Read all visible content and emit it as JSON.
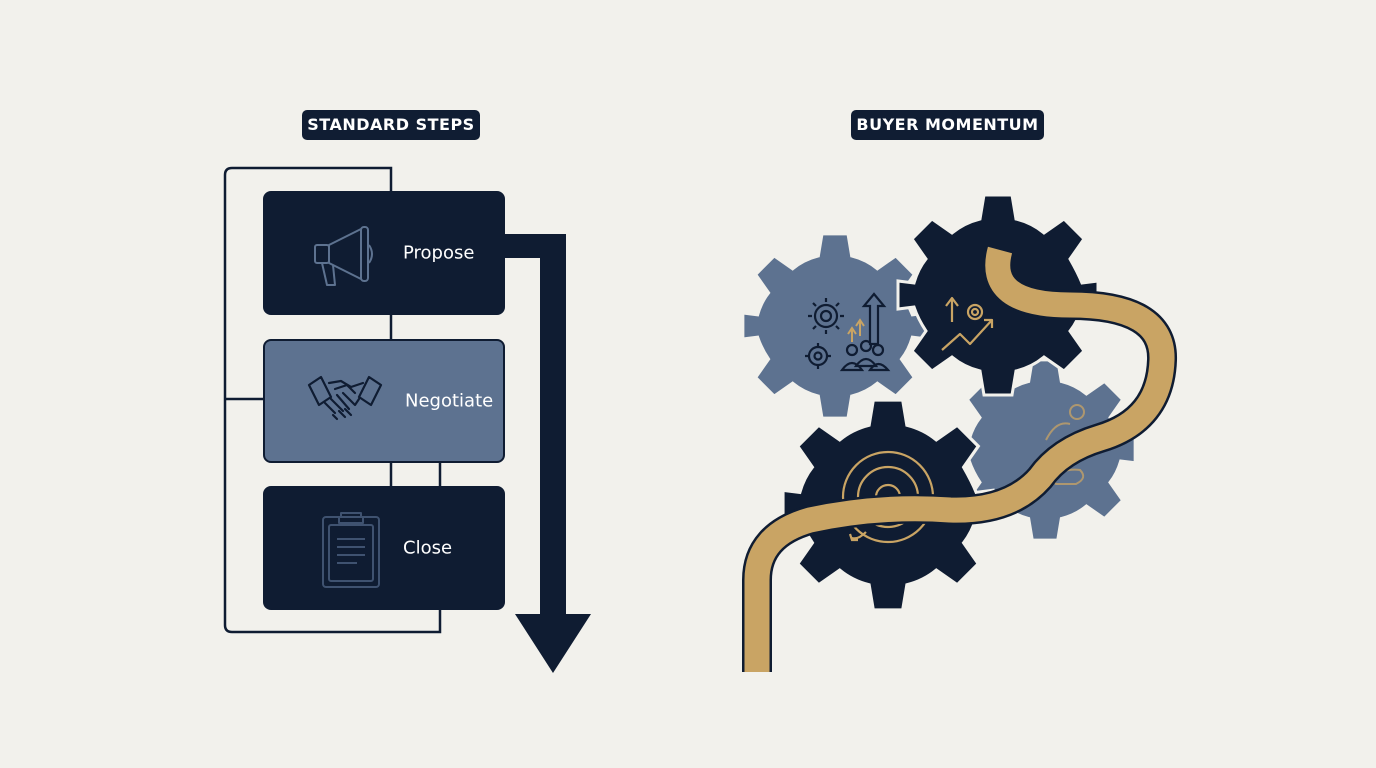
{
  "left_panel": {
    "badge": "STANDARD STEPS",
    "steps": [
      {
        "label": "Propose",
        "icon": "megaphone-icon"
      },
      {
        "label": "Negotiate",
        "icon": "handshake-icon"
      },
      {
        "label": "Close",
        "icon": "clipboard-icon"
      }
    ]
  },
  "right_panel": {
    "badge": "BUYER MOMENTUM",
    "icons": [
      "gears-people-arrow-icon",
      "growth-chart-icon",
      "target-icon",
      "person-hand-icon"
    ]
  },
  "colors": {
    "navy": "#0f1c32",
    "slate": "#5d7290",
    "gold": "#c9a464",
    "background": "#f2f1ec"
  }
}
